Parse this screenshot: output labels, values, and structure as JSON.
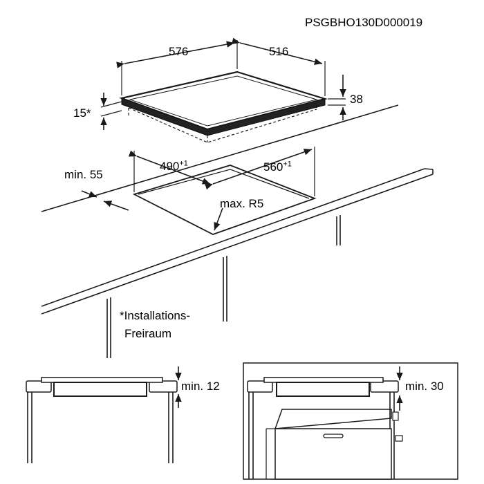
{
  "drawing_id": "PSGBHO130D000019",
  "hob": {
    "width": "576",
    "depth": "516",
    "thickness": "15*",
    "height": "38"
  },
  "cutout": {
    "width": "490",
    "width_tol": "+1",
    "depth": "560",
    "depth_tol": "+1",
    "radius": "max. R5",
    "edge_distance": "min. 55"
  },
  "note": {
    "line1": "*Installations-",
    "line2": "Freiraum"
  },
  "detail_left": {
    "clearance": "min. 12"
  },
  "detail_right": {
    "clearance": "min. 30"
  }
}
